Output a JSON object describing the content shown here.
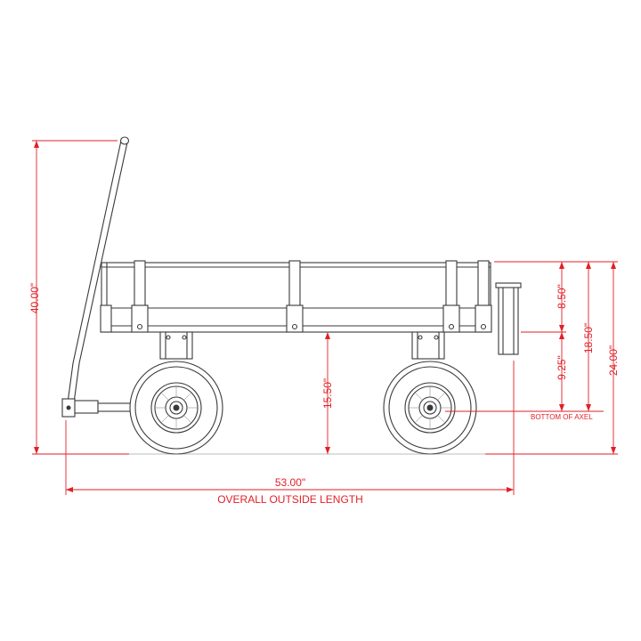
{
  "colors": {
    "dimension": "#e21f26",
    "line": "#3a3a3a",
    "background": "#ffffff"
  },
  "dimensions": {
    "overall_height": "40.00\"",
    "overall_length": "53.00\"",
    "overall_length_caption": "OVERALL OUTSIDE LENGTH",
    "bed_height": "15.50\"",
    "side_height": "8.50\"",
    "axle_to_bed": "9.25\"",
    "axle_to_top": "18.50\"",
    "overall_top": "24.00\"",
    "axle_note": "BOTTOM OF AXEL"
  }
}
